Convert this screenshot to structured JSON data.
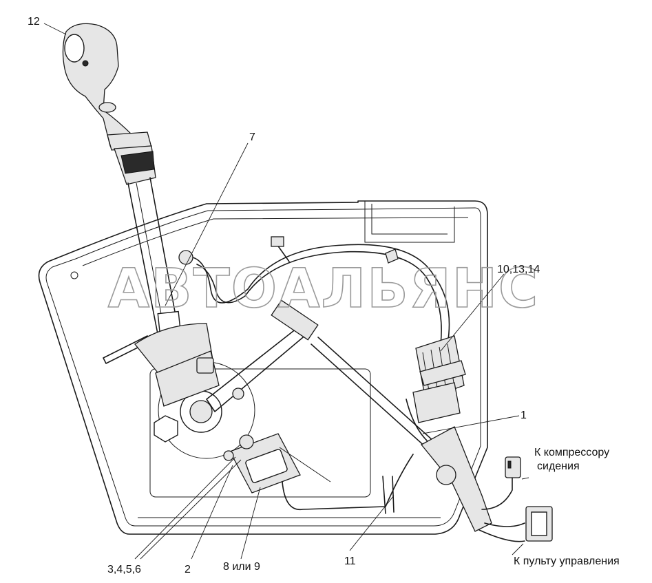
{
  "watermark": "АВТОАЛЬЯНС",
  "callouts": {
    "c12": "12",
    "c7": "7",
    "c10_13_14": "10,13,14",
    "c1": "1",
    "compressor_line1": "К компрессору",
    "compressor_line2": "сидения",
    "control_panel": "К пульту управления",
    "c3_4_5_6": "3,4,5,6",
    "c2": "2",
    "c8_or_9": "8 или 9",
    "c11": "11"
  }
}
